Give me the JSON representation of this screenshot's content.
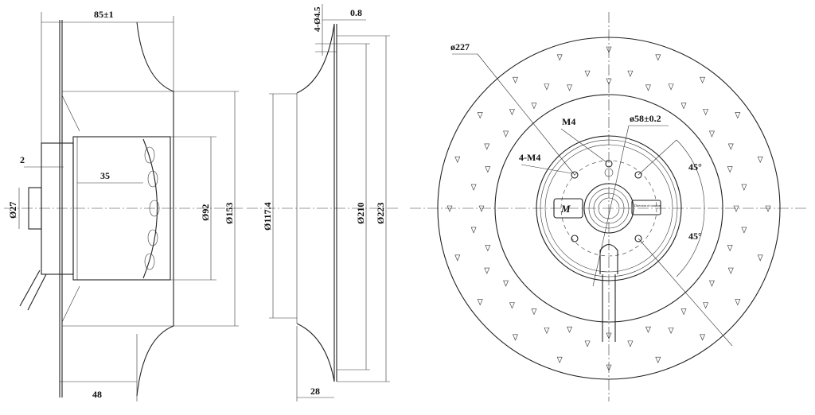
{
  "side_view": {
    "width": "85±1",
    "hub_offset": "2",
    "motor_len": "35",
    "shaft_dia": "Ø27",
    "motor_dia": "Ø92",
    "body_dia": "Ø153",
    "inlet_depth": "48"
  },
  "profile_view": {
    "holes": "4-Ø4.5",
    "thickness": "0.8",
    "inner_dia": "Ø117.4",
    "pcd": "Ø210",
    "outer_dia": "Ø223",
    "depth": "28"
  },
  "front_view": {
    "impeller_dia": "ø227",
    "thread": "M4",
    "hub_dia": "ø58±0.2",
    "mount_threads": "4-M4",
    "angle_top": "45°",
    "angle_bottom": "45°",
    "label_text": "Direction of rotation"
  }
}
